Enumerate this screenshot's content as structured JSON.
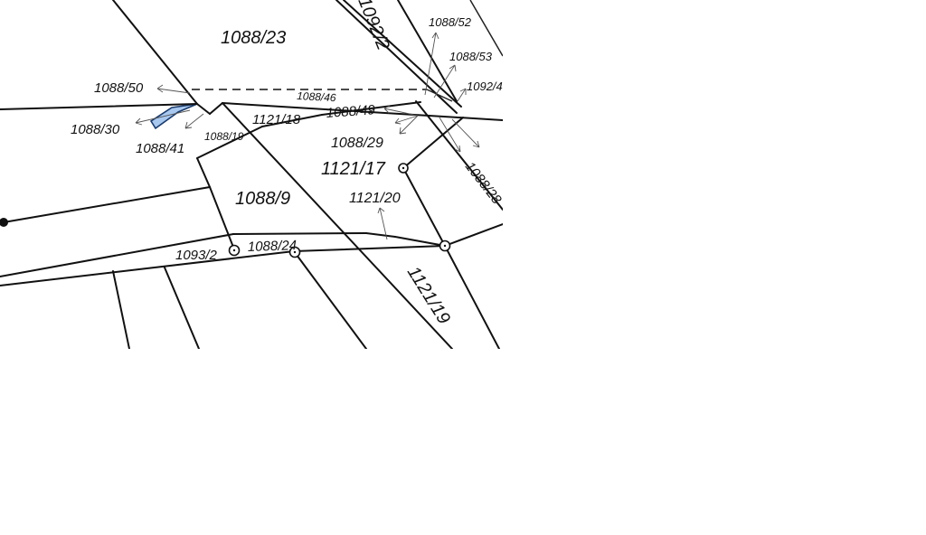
{
  "map": {
    "highlight_color": "#a8c8f0",
    "line_color": "#111111",
    "parcels": {
      "p1088_23": "1088/23",
      "p1092_2": "1092/2",
      "p1088_52": "1088/52",
      "p1088_53": "1088/53",
      "p1092_4": "1092/4",
      "p1088_50": "1088/50",
      "p1088_46": "1088/46",
      "p1088_30": "1088/30",
      "p1121_18": "1121/18",
      "p1088_49": "1088/49",
      "p1088_19": "1088/19",
      "p1088_41": "1088/41",
      "p1088_29": "1088/29",
      "p1121_17": "1121/17",
      "p1088_28": "1088/28",
      "p1088_9": "1088/9",
      "p1121_20": "1121/20",
      "p1093_2": "1093/2",
      "p1088_24": "1088/24",
      "p1121_19": "1121/19"
    }
  }
}
